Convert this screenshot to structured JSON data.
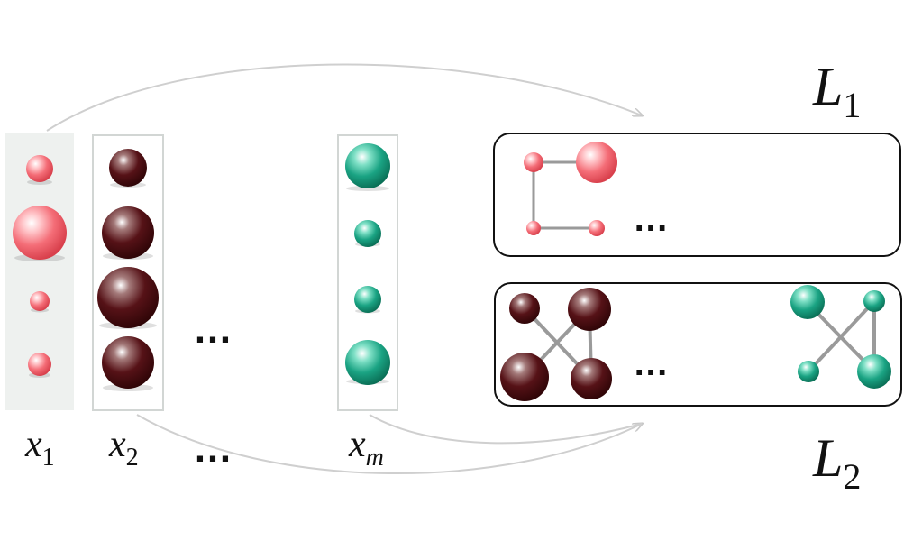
{
  "colors": {
    "pink": "#f26a74",
    "maroon": "#4a0d0f",
    "teal": "#1aa383",
    "arrow": "#cccccc",
    "column_bg": "#eef1ef",
    "column_border": "#d0d4d2",
    "box_border": "#111111",
    "edge": "#9a9a9a"
  },
  "columns": [
    {
      "base": "x",
      "sub": "1",
      "color": "pink"
    },
    {
      "base": "x",
      "sub": "2",
      "color": "maroon"
    },
    {
      "base": "x",
      "sub": "m",
      "color": "teal"
    }
  ],
  "ellipsis": "…",
  "ellipsis_between_columns": "…",
  "ellipsis_below_labels": "…",
  "layers": [
    {
      "base": "L",
      "sub": "1"
    },
    {
      "base": "L",
      "sub": "2"
    }
  ],
  "layer1_ellipsis": "…",
  "layer2_ellipsis": "…"
}
